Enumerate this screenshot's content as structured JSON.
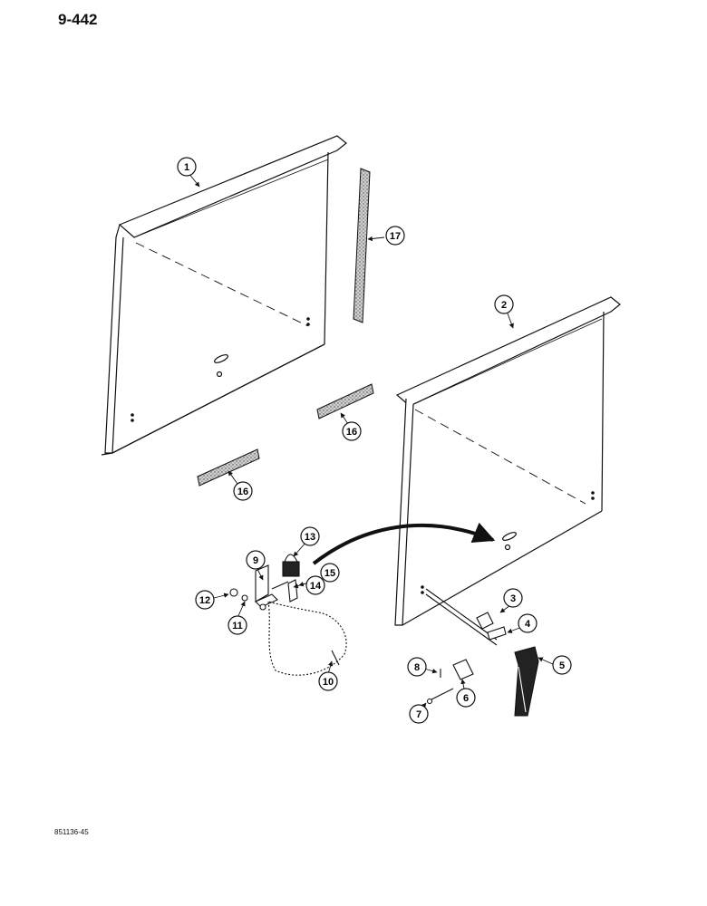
{
  "page": {
    "number": "9-442",
    "figure_code": "851136-45"
  },
  "callouts": [
    "1",
    "2",
    "3",
    "4",
    "5",
    "6",
    "7",
    "8",
    "9",
    "10",
    "11",
    "12",
    "13",
    "14",
    "15",
    "16",
    "16",
    "17"
  ],
  "colors": {
    "ink": "#111111",
    "paper": "#ffffff",
    "strip_fill": "#bdbdbd"
  }
}
